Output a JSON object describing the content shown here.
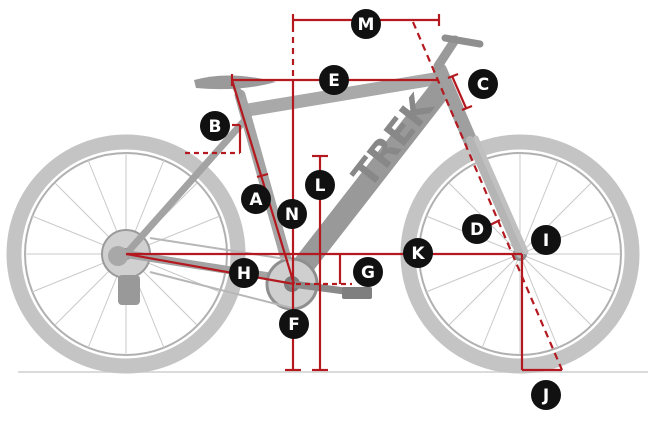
{
  "labels": {
    "a": "A",
    "b": "B",
    "c": "C",
    "d": "D",
    "e": "E",
    "f": "F",
    "g": "G",
    "h": "H",
    "i": "I",
    "j": "J",
    "k": "K",
    "l": "L",
    "m": "M",
    "n": "N"
  },
  "bike_logo": "TREK",
  "colors": {
    "measure_line": "#b3191f",
    "badge": "#111111",
    "badge_text": "#ffffff",
    "bike_frame": "#a9a9a9",
    "tire": "#c8c8c8",
    "ground": "#cfcfcf"
  }
}
